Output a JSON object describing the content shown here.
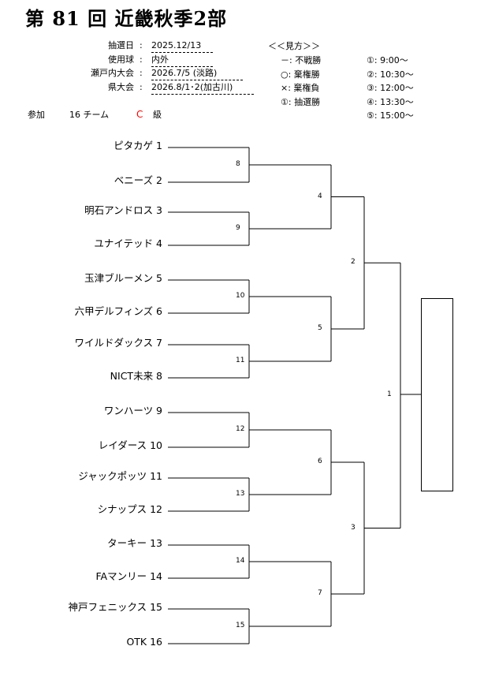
{
  "title": "第 81 回 近畿秋季2部",
  "info": [
    {
      "label": "抽選日",
      "value": "2025.12/13"
    },
    {
      "label": "使用球",
      "value": "内外"
    },
    {
      "label": "瀬戸内大会",
      "value": "2026.7/5 (淡路)"
    },
    {
      "label": "県大会",
      "value": "2026.8/1･2(加古川)"
    }
  ],
  "legend_title": "＜＜見方＞＞",
  "legend": [
    "－: 不戦勝",
    "○: 棄権勝",
    "×: 棄権負",
    "①: 抽選勝"
  ],
  "times": [
    "①:  9:00～",
    "②: 10:30～",
    "③: 12:00～",
    "④: 13:30～",
    "⑤: 15:00～"
  ],
  "participation": {
    "label": "参加",
    "count": "16 チーム",
    "class_letter": "C",
    "class_label": "級",
    "class_color": "#ff0000"
  },
  "teams": [
    "ピタカゲ 1",
    "ベニーズ 2",
    "明石アンドロス 3",
    "ユナイテッド 4",
    "玉津ブルーメン 5",
    "六甲デルフィンズ 6",
    "ワイルドダックス 7",
    "NICT未来 8",
    "ワンハーツ 9",
    "レイダース 10",
    "ジャックポッツ 11",
    "シナップス 12",
    "ターキー 13",
    "FAマンリー 14",
    "神戸フェニックス 15",
    "OTK 16"
  ],
  "matches": {
    "round1": [
      "8",
      "9",
      "10",
      "11",
      "12",
      "13",
      "14",
      "15"
    ],
    "round2": [
      "4",
      "5",
      "6",
      "7"
    ],
    "semis": [
      "2",
      "3"
    ],
    "final": "1"
  }
}
